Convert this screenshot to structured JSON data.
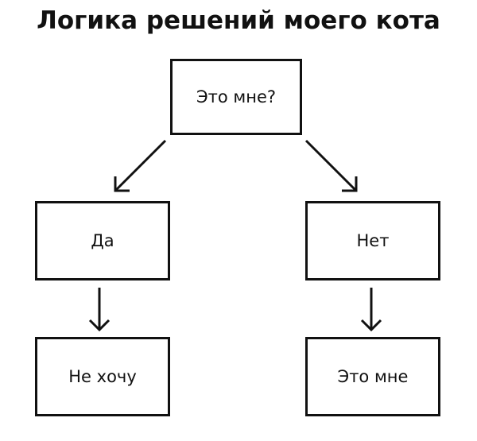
{
  "title": "Логика решений моего кота",
  "nodes": {
    "root": "Это мне?",
    "yes": "Да",
    "no": "Нет",
    "yes_result": "Не хочу",
    "no_result": "Это мне"
  }
}
